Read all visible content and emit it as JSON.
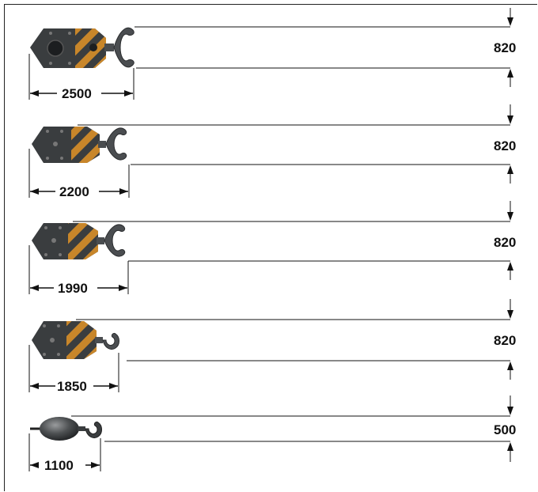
{
  "blocks": [
    {
      "id": "block-1",
      "type": "large-hook-block",
      "width_label": "2500",
      "height_label": "820"
    },
    {
      "id": "block-2",
      "type": "hook-block",
      "width_label": "2200",
      "height_label": "820"
    },
    {
      "id": "block-3",
      "type": "hook-block",
      "width_label": "1990",
      "height_label": "820"
    },
    {
      "id": "block-4",
      "type": "single-hook-block",
      "width_label": "1850",
      "height_label": "820"
    },
    {
      "id": "block-5",
      "type": "ball-hook",
      "width_label": "1100",
      "height_label": "500"
    }
  ],
  "colors": {
    "block_body": "#3a3d3f",
    "block_dark": "#25282a",
    "stripe_orange": "#c8862a",
    "hook_metal": "#4a4d50",
    "line": "#111111"
  }
}
